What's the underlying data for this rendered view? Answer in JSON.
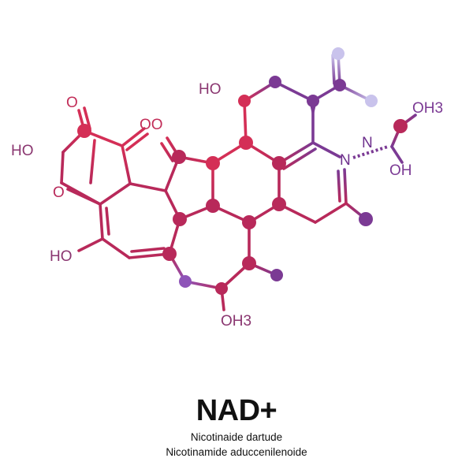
{
  "colors": {
    "crimson": "#d42f56",
    "magenta": "#b8295a",
    "purple": "#7b3a94",
    "violet": "#8e54b8",
    "lavender": "#c9c3ec",
    "text": "#111111"
  },
  "labels": {
    "ho_top": "HO",
    "o_top_left": "O",
    "oo": "OO",
    "ho_left": "HO",
    "o_left": "O",
    "ho_bottom": "HO",
    "oh3_bottom": "OH3",
    "n_ring": "N",
    "n_side": "N",
    "oh3_right": "OH3",
    "oh_right": "OH"
  },
  "caption": {
    "title": "NAD+",
    "line1": "Nicotinaide dartude",
    "line2": "Nicotinamide aduccenilenoide"
  }
}
